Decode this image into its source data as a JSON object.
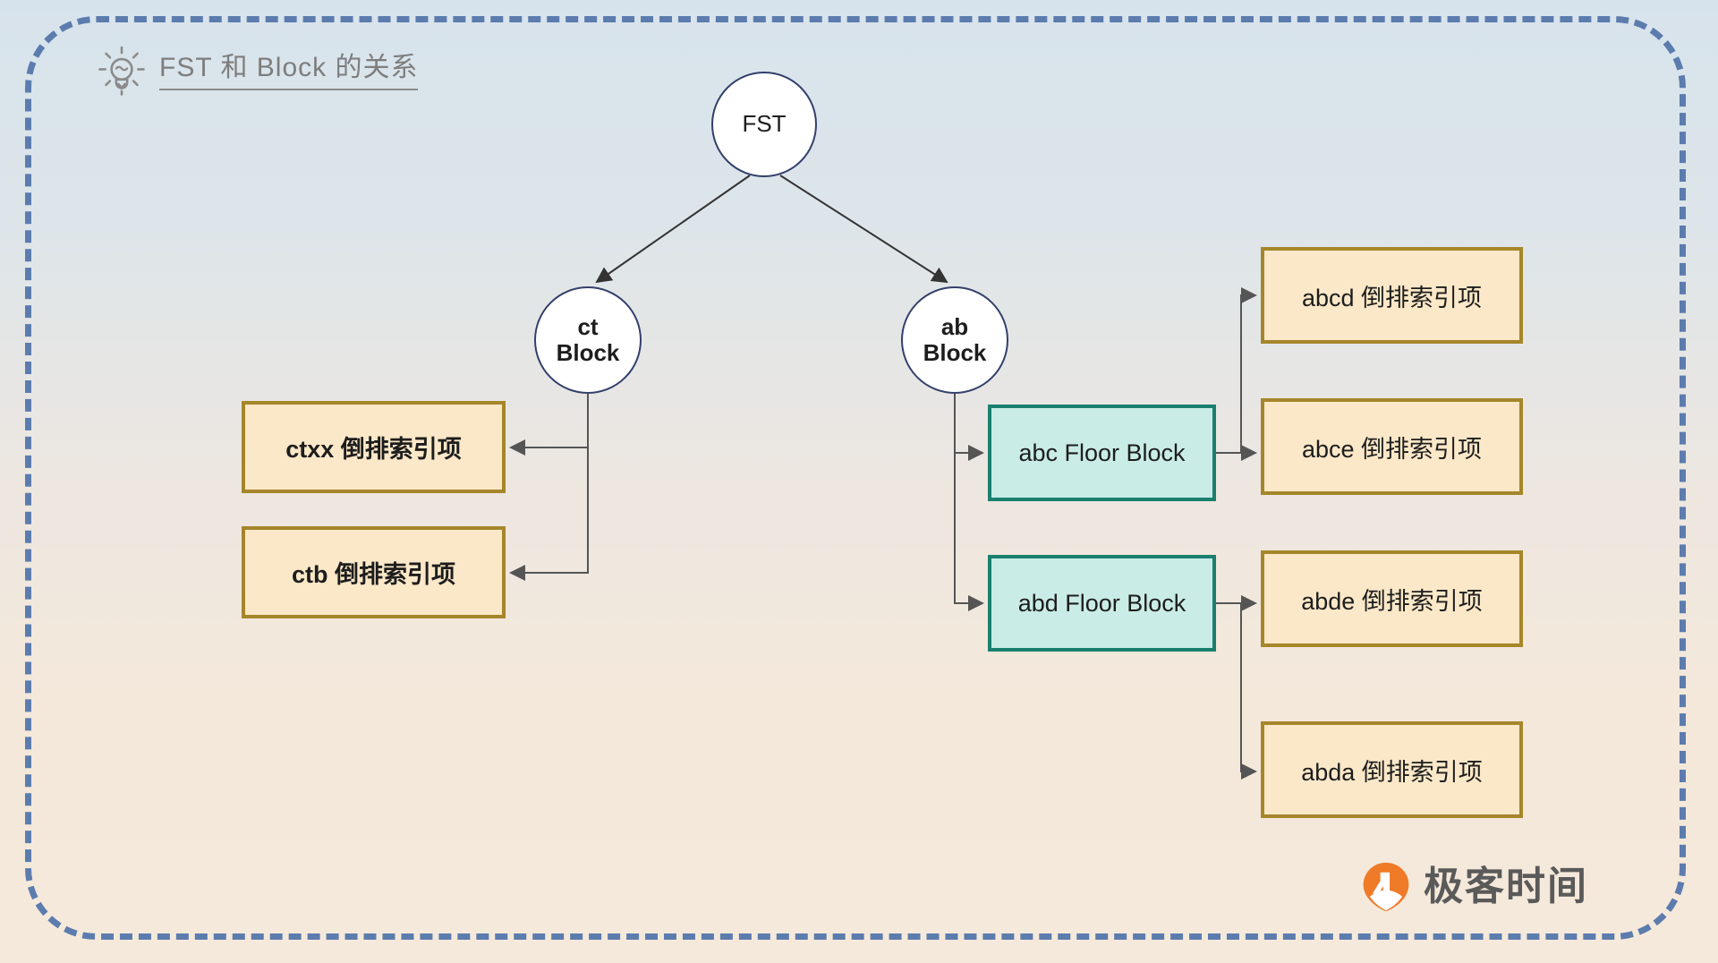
{
  "header": {
    "icon": "lightbulb-icon",
    "title": "FST 和 Block 的关系"
  },
  "colors": {
    "frame_dash": "#5c7cae",
    "circle_border": "#33406b",
    "posting_fill": "#fbe8c8",
    "posting_border": "#a5862a",
    "floor_fill": "#c9ece6",
    "floor_border": "#1a7f6f",
    "bg_top": "#d7e3ec",
    "bg_bottom": "#f4e8da",
    "watermark_orange": "#ef7a28",
    "watermark_text": "#5a5a5a"
  },
  "nodes": {
    "root": {
      "label": "FST"
    },
    "ct_block": {
      "line1": "ct",
      "line2": "Block"
    },
    "ab_block": {
      "line1": "ab",
      "line2": "Block"
    }
  },
  "floor_blocks": [
    {
      "label": "abc Floor Block"
    },
    {
      "label": "abd Floor Block"
    }
  ],
  "posting_lists_left": [
    {
      "label": "ctxx 倒排索引项"
    },
    {
      "label": "ctb 倒排索引项"
    }
  ],
  "posting_lists_right": [
    {
      "label": "abcd 倒排索引项"
    },
    {
      "label": "abce 倒排索引项"
    },
    {
      "label": "abde 倒排索引项"
    },
    {
      "label": "abda 倒排索引项"
    }
  ],
  "watermark": {
    "icon": "geektime-logo-icon",
    "text": "极客时间"
  }
}
